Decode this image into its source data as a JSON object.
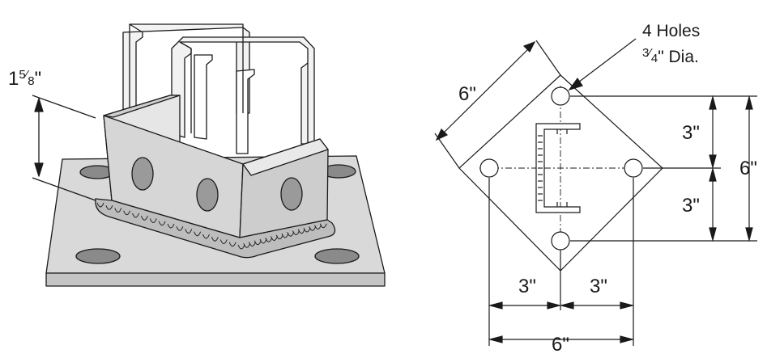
{
  "labels": {
    "post_height_whole": "1",
    "post_height_num": "5",
    "post_height_den": "8",
    "post_height_unit": "\"",
    "plate_width_diag": "6\"",
    "holes_count": "4 Holes",
    "hole_dia_num": "3",
    "hole_dia_den": "4",
    "hole_dia_unit": "\" Dia.",
    "vert_upper": "3\"",
    "vert_lower": "3\"",
    "vert_total": "6\"",
    "horiz_left": "3\"",
    "horiz_right": "3\"",
    "horiz_total": "6\""
  },
  "colors": {
    "plate": "#d9d9d9",
    "plate_edge": "#b8b8b8",
    "hole_fill": "#8a8a8a",
    "line": "#1a1a1a"
  }
}
